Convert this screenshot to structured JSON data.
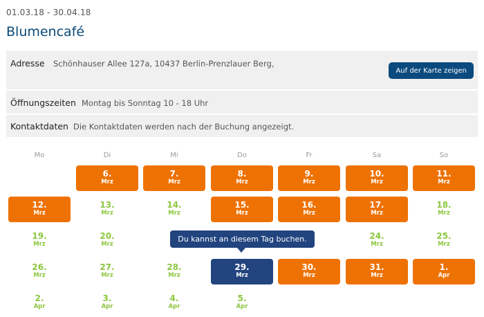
{
  "date_range": "01.03.18 - 30.04.18",
  "title": "Blumencafé",
  "info": {
    "address_label": "Adresse",
    "address_value": "Schönhauser Allee 127a, 10437 Berlin-Prenzlauer Berg,",
    "map_button": "Auf der Karte zeigen",
    "hours_label": "Öffnungszeiten",
    "hours_value": "Montag bis Sonntag 10 - 18 Uhr",
    "contact_label": "Kontaktdaten",
    "contact_value": "Die Kontaktdaten werden nach der Buchung angezeigt."
  },
  "weekdays": [
    "Mo",
    "Di",
    "Mi",
    "Do",
    "Fr",
    "Sa",
    "So"
  ],
  "tooltip": "Du kannst an diesem Tag buchen.",
  "colors": {
    "booked": "#ee7203",
    "free": "#8cc63f",
    "selected": "#22447f",
    "title": "#0a4a78"
  },
  "calendar": [
    {
      "day": "6.",
      "month": "Mrz",
      "status": "booked"
    },
    {
      "day": "7.",
      "month": "Mrz",
      "status": "booked"
    },
    {
      "day": "8.",
      "month": "Mrz",
      "status": "booked"
    },
    {
      "day": "9.",
      "month": "Mrz",
      "status": "booked"
    },
    {
      "day": "10.",
      "month": "Mrz",
      "status": "booked"
    },
    {
      "day": "11.",
      "month": "Mrz",
      "status": "booked"
    },
    {
      "day": "12.",
      "month": "Mrz",
      "status": "booked"
    },
    {
      "day": "13.",
      "month": "Mrz",
      "status": "free"
    },
    {
      "day": "14.",
      "month": "Mrz",
      "status": "free"
    },
    {
      "day": "15.",
      "month": "Mrz",
      "status": "booked"
    },
    {
      "day": "16.",
      "month": "Mrz",
      "status": "booked"
    },
    {
      "day": "17.",
      "month": "Mrz",
      "status": "booked"
    },
    {
      "day": "18.",
      "month": "Mrz",
      "status": "free"
    },
    {
      "day": "19.",
      "month": "Mrz",
      "status": "free"
    },
    {
      "day": "20.",
      "month": "Mrz",
      "status": "free"
    },
    {
      "day": "24.",
      "month": "Mrz",
      "status": "free"
    },
    {
      "day": "25.",
      "month": "Mrz",
      "status": "free"
    },
    {
      "day": "26.",
      "month": "Mrz",
      "status": "free"
    },
    {
      "day": "27.",
      "month": "Mrz",
      "status": "free"
    },
    {
      "day": "28.",
      "month": "Mrz",
      "status": "free"
    },
    {
      "day": "29.",
      "month": "Mrz",
      "status": "selected"
    },
    {
      "day": "30.",
      "month": "Mrz",
      "status": "booked"
    },
    {
      "day": "31.",
      "month": "Mrz",
      "status": "booked"
    },
    {
      "day": "1.",
      "month": "Apr",
      "status": "booked"
    },
    {
      "day": "2.",
      "month": "Apr",
      "status": "free"
    },
    {
      "day": "3.",
      "month": "Apr",
      "status": "free"
    },
    {
      "day": "4.",
      "month": "Apr",
      "status": "free"
    },
    {
      "day": "5.",
      "month": "Apr",
      "status": "free"
    }
  ]
}
